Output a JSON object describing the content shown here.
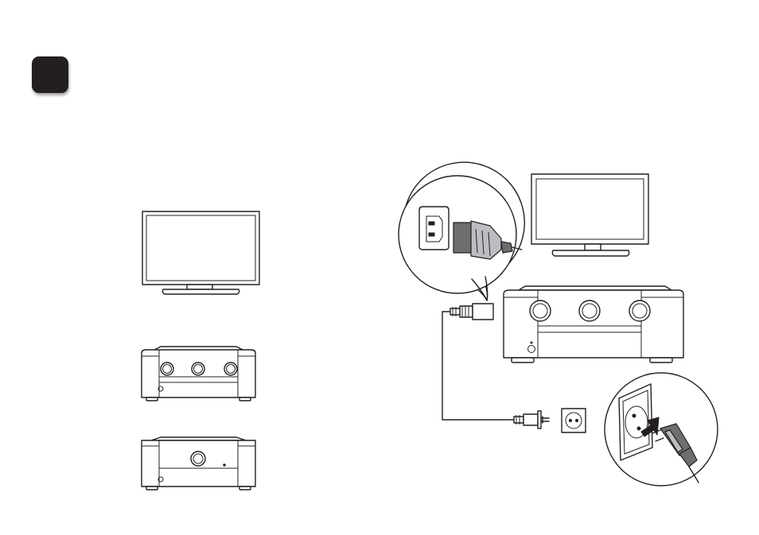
{
  "page": {
    "step_badge": {
      "number": "",
      "color": "#231f20"
    }
  },
  "left_column": {
    "devices": [
      {
        "name": "tv-illustration",
        "icon": "tv-icon"
      },
      {
        "name": "av-receiver-three-knobs-illustration",
        "icon": "receiver-icon"
      },
      {
        "name": "av-receiver-single-knob-illustration",
        "icon": "receiver-icon"
      }
    ]
  },
  "connection_diagram": {
    "items": [
      {
        "name": "tv",
        "icon": "tv-icon"
      },
      {
        "name": "av-receiver",
        "icon": "receiver-icon"
      },
      {
        "name": "ac-inlet-callout",
        "icon": "ac-inlet-plug-icon"
      },
      {
        "name": "power-cord",
        "icon": "power-cord-icon"
      },
      {
        "name": "wall-outlet",
        "icon": "outlet-icon"
      },
      {
        "name": "outlet-callout",
        "icon": "plug-insert-icon"
      }
    ],
    "colors": {
      "line": "#231f20",
      "plug_dark": "#6d6e70",
      "plug_light": "#bcbdc0"
    }
  }
}
